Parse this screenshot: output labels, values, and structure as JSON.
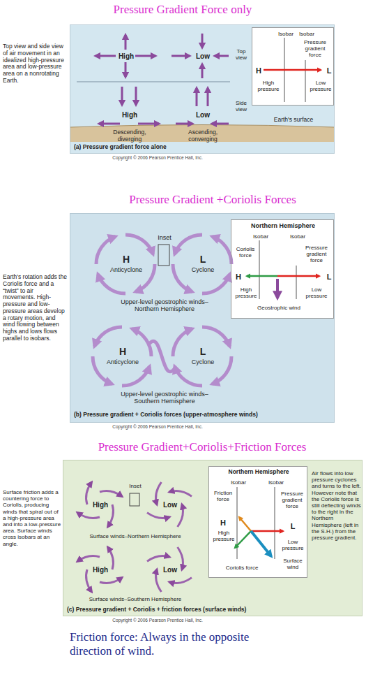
{
  "diagram": {
    "nodes": [
      {
        "text": [
          "High",
          "Low",
          "Top view",
          "Side view",
          "High",
          "Low",
          "Descending, diverging",
          "Ascending, converging",
          "Earth's surface",
          "(a) Pressure gradient force alone"
        ]
      },
      {
        "text": [
          "Isobar",
          "Isobar",
          "Pressure gradient force",
          "H",
          "L",
          "High pressure",
          "Low pressure"
        ],
        "in": 0
      },
      {
        "text": [
          "Inset",
          "H",
          "Anticyclone",
          "L",
          "Cyclone",
          "Upper-level geostrophic winds–Northern Hemisphere",
          "H",
          "Anticyclone",
          "L",
          "Cyclone",
          "Upper-level geostrophic winds–Southern Hemisphere",
          "(b) Pressure gradient + Coriolis forces (upper-atmosphere winds)"
        ]
      },
      {
        "text": [
          "Northern Hemisphere",
          "Isobar",
          "Isobar",
          "Coriolis force",
          "Pressure gradient force",
          "H",
          "L",
          "High pressure",
          "Low pressure",
          "Geostrophic wind"
        ],
        "in": 2
      },
      {
        "text": [
          "High",
          "Inset",
          "Low",
          "Surface winds–Northern Hemisphere",
          "High",
          "Low",
          "Surface winds–Southern Hemisphere",
          "(c) Pressure gradient + Coriolis + friction forces (surface winds)",
          "Air flows into low pressure cyclones and turns to the left. However note that the Coriolis force is still deflecting winds to the right in the Northern Hemisphere (left in the S.H.) from the pressure gradient."
        ]
      },
      {
        "text": [
          "Northern Hemisphere",
          "Isobar",
          "Isobar",
          "Friction force",
          "H",
          "High pressure",
          "Pressure gradient force",
          "L",
          "Low pressure",
          "Surface wind",
          "Coriolis force"
        ],
        "in": 4
      }
    ],
    "labels": [
      "Pressure Gradient Force only",
      "Top view and side view of air movement in an idealized high-pressure area and low-pressure area on a nonrotating Earth.",
      "Copyright © 2006 Pearson Prentice Hall, Inc.",
      "Pressure Gradient +Coriolis Forces",
      "Earth's rotation adds the Coriolis force and a “twist” to air movements. High-pressure and low-pressure areas develop a rotary motion, and wind flowing between highs and lows flows parallel to isobars.",
      "Copyright © 2006 Pearson Prentice Hall, Inc.",
      "Pressure Gradient+Coriolis+Friction Forces",
      "Surface friction adds a countering force to Coriolis, producing winds that spiral out of a high-pressure area and into a low-pressure area. Surface winds cross isobars at an angle.",
      "Copyright © 2006 Pearson Prentice Hall, Inc.",
      "Friction force: Always in the opposite direction of wind."
    ]
  }
}
